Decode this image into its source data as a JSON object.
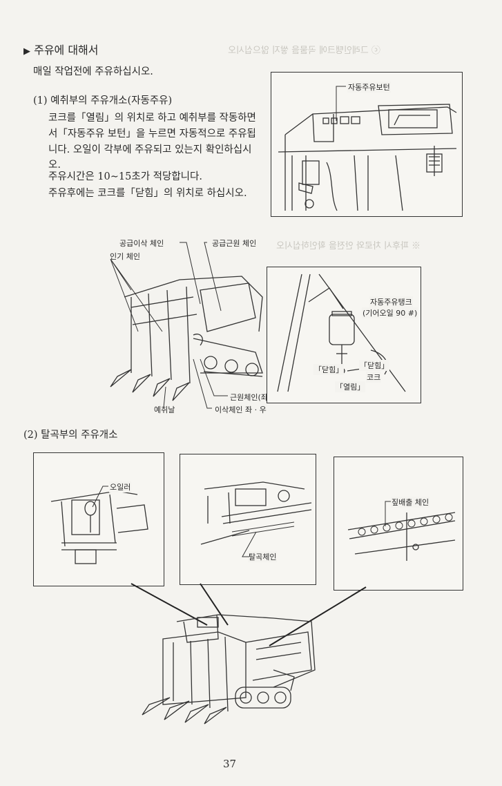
{
  "section": {
    "title": "주유에 대해서",
    "intro": "매일 작업전에 주유하십시오."
  },
  "part1": {
    "heading": "(1)  예취부의 주유개소(자동주유)",
    "lines": [
      "코크를「열림」의 위치로 하고 예취부를 작동하면",
      "서「자동주유 보턴」을 누르면 자동적으로 주유됩",
      "니다. 오일이 각부에 주유되고 있는지 확인하십시",
      "오.",
      "주유시간은 10∼15초가 적당합니다.",
      "주유후에는 코크를「닫힘」의 위치로 하십시오."
    ],
    "labels": {
      "auto_button": "자동주유보턴",
      "feed_chain": "공급이삭 체인",
      "feed_root_chain": "공급근원 체인",
      "lift_chain": "인기 체인",
      "reaper_blade": "예취날",
      "root_chain": "근원체인(좌전, 우전)",
      "ear_chain": "이삭체인 좌 · 우",
      "tank": "자동주유탱크",
      "gear_oil": "(기어오일 90 #)",
      "closed_left": "「닫힘」",
      "closed_right": "「닫힘」",
      "cock": "코크",
      "open": "「열림」"
    }
  },
  "part2": {
    "heading": "(2)  탈곡부의 주유개소",
    "labels": {
      "oiler": "오일러",
      "thresh_chain": "탈곡체인",
      "straw_chain": "짚배출 체인"
    }
  },
  "page_number": "37"
}
